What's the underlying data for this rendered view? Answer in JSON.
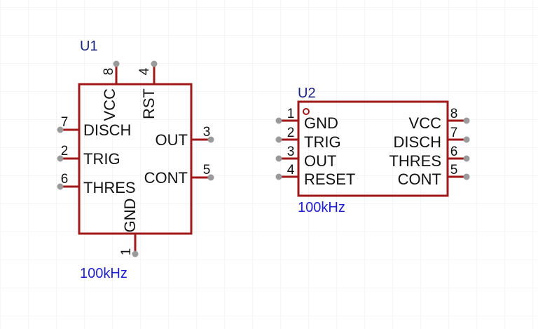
{
  "colors": {
    "component_outline": "#a01818",
    "pin_dot": "#9a9a9a",
    "grid": "#ebebeb",
    "designator_text": "#1a237e",
    "value_text": "#1f1fd0",
    "pin_text": "#111111"
  },
  "components": [
    {
      "designator": "U1",
      "value": "100kHz",
      "pins": [
        {
          "number": "8",
          "name": "VCC"
        },
        {
          "number": "4",
          "name": "RST"
        },
        {
          "number": "7",
          "name": "DISCH"
        },
        {
          "number": "2",
          "name": "TRIG"
        },
        {
          "number": "6",
          "name": "THRES"
        },
        {
          "number": "3",
          "name": "OUT"
        },
        {
          "number": "5",
          "name": "CONT"
        },
        {
          "number": "1",
          "name": "GND"
        }
      ]
    },
    {
      "designator": "U2",
      "value": "100kHz",
      "pins": [
        {
          "number": "1",
          "name": "GND"
        },
        {
          "number": "2",
          "name": "TRIG"
        },
        {
          "number": "3",
          "name": "OUT"
        },
        {
          "number": "4",
          "name": "RESET"
        },
        {
          "number": "8",
          "name": "VCC"
        },
        {
          "number": "7",
          "name": "DISCH"
        },
        {
          "number": "6",
          "name": "THRES"
        },
        {
          "number": "5",
          "name": "CONT"
        }
      ]
    }
  ]
}
